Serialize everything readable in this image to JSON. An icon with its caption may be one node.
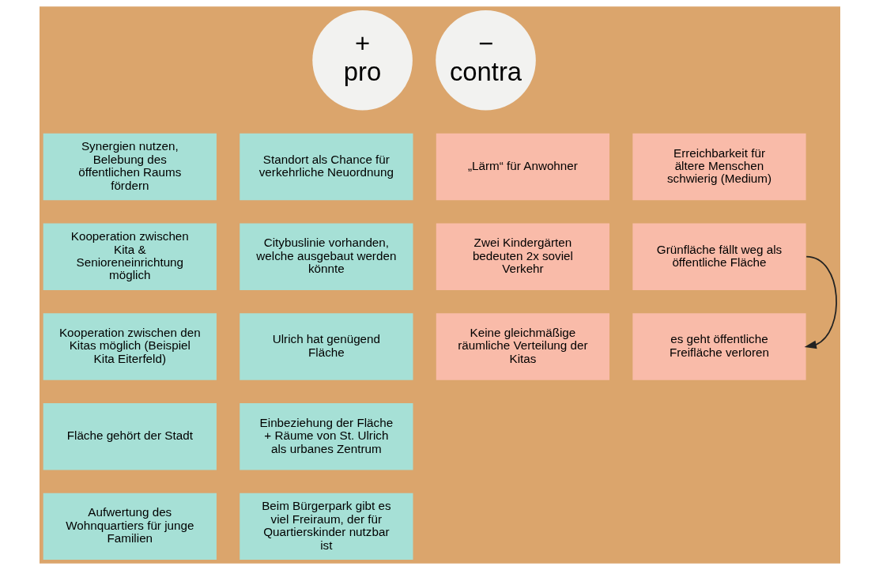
{
  "diagram": {
    "nodes": [
      {
        "text": [
          "+",
          "pro"
        ]
      },
      {
        "text": [
          "Synergien nutzen, Belebung des öffentlichen Raums fördern"
        ]
      },
      {
        "text": [
          "Standort als Chance für verkehrliche Neuordnung"
        ]
      },
      {
        "text": [
          "Kooperation zwischen Kita & Senioreneinrichtung möglich"
        ]
      },
      {
        "text": [
          "Citybuslinie vorhanden, welche ausgebaut werden könnte"
        ]
      },
      {
        "text": [
          "Kooperation zwischen den Kitas möglich (Beispiel Kita Eiterfeld)"
        ]
      },
      {
        "text": [
          "Ulrich hat genügend Fläche"
        ]
      },
      {
        "text": [
          "Fläche gehört der Stadt"
        ]
      },
      {
        "text": [
          "Einbeziehung der Fläche + Räume von St. Ulrich als urbanes Zentrum"
        ]
      },
      {
        "text": [
          "Aufwertung des Wohnquartiers für junge Familien"
        ]
      },
      {
        "text": [
          "Beim Bürgerpark gibt es viel Freiraum, der für Quartierskinder nutzbar ist"
        ]
      },
      {
        "text": [
          "−",
          "contra"
        ]
      },
      {
        "text": [
          "„Lärm“ für Anwohner"
        ]
      },
      {
        "text": [
          "Erreichbarkeit für ältere Menschen schwierig (Medium)"
        ]
      },
      {
        "text": [
          "Zwei Kindergärten bedeuten 2x soviel Verkehr"
        ]
      },
      {
        "text": [
          "Grünfläche fällt weg als öffentliche Fläche"
        ]
      },
      {
        "text": [
          "Keine gleichmäßige räumliche Verteilung der Kitas"
        ]
      },
      {
        "text": [
          "es geht öffentliche Freifläche verloren"
        ]
      }
    ],
    "edges": [
      {
        "from": 15,
        "to": 17,
        "arrow": "to"
      }
    ]
  }
}
